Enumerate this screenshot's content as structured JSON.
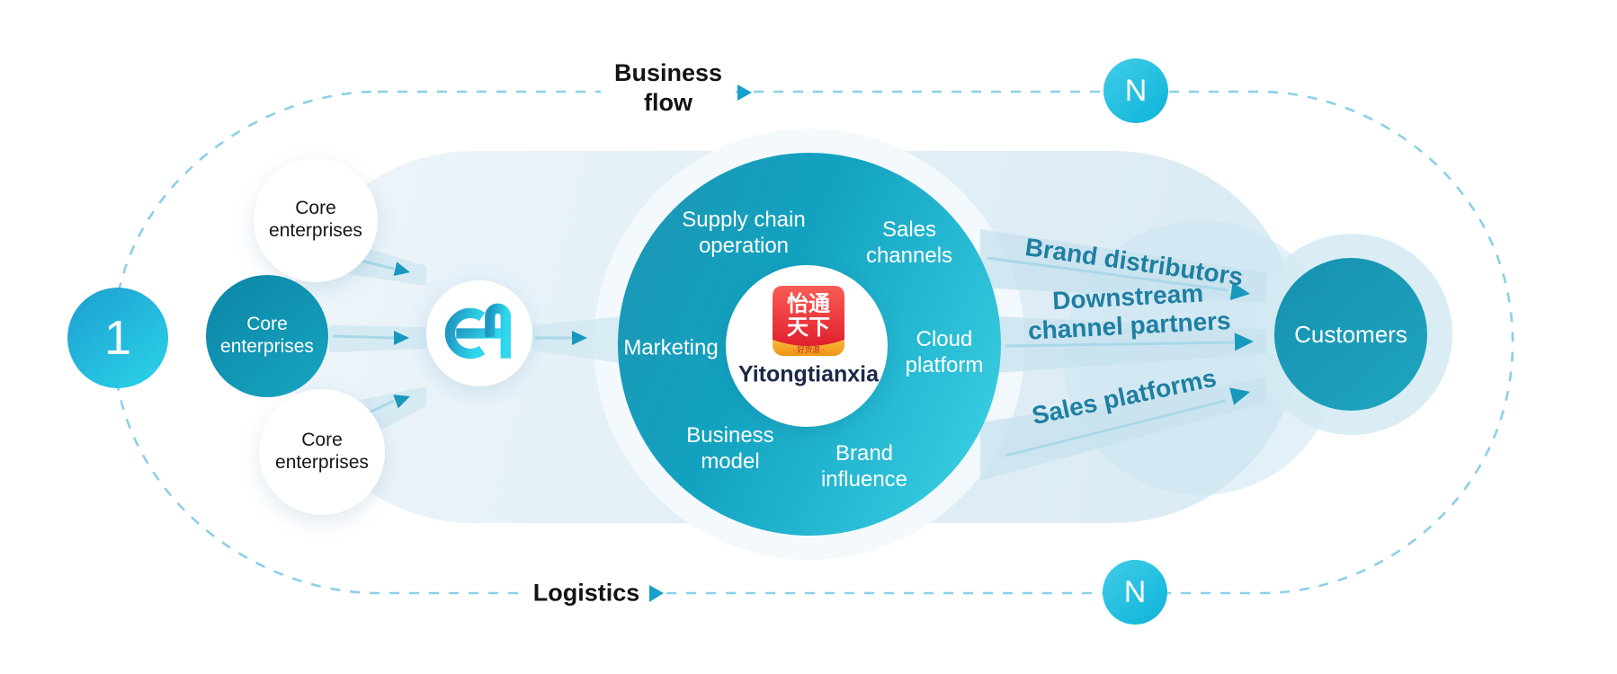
{
  "colors": {
    "accent_teal": "#13a2c1",
    "node_gradient_start": "#1d9ecf",
    "node_gradient_end": "#2bd4ea",
    "dashed_line": "#8ccfe8",
    "channel_label": "#1f7fa2",
    "arrow_head": "#1798bd",
    "logo_red": "#e8323c",
    "logo_gold": "#f5a623",
    "brand_navy": "#1b2948"
  },
  "stage": {
    "number": "1"
  },
  "flows": {
    "business": {
      "label": "Business flow",
      "node": "N"
    },
    "logistics": {
      "label": "Logistics",
      "node": "N"
    }
  },
  "suppliers": {
    "items": [
      {
        "label": "Core enterprises"
      },
      {
        "label": "Core enterprises"
      },
      {
        "label": "Core enterprises"
      }
    ]
  },
  "aggregator": {
    "monogram": "EA"
  },
  "platform": {
    "name": "Yitongtianxia",
    "logo": {
      "chars_row1": "怡通",
      "chars_row2": "天下",
      "banner": "· 好货源 ·"
    },
    "capabilities": [
      {
        "label": "Supply chain operation"
      },
      {
        "label": "Sales channels"
      },
      {
        "label": "Marketing"
      },
      {
        "label": "Cloud platform"
      },
      {
        "label": "Business model"
      },
      {
        "label": "Brand influence"
      }
    ]
  },
  "channels": {
    "items": [
      {
        "label": "Brand distributors"
      },
      {
        "label": "Downstream channel partners"
      },
      {
        "label": "Sales platforms"
      }
    ]
  },
  "customers": {
    "label": "Customers"
  }
}
